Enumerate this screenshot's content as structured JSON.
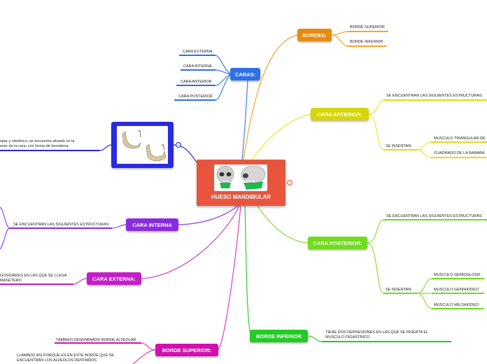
{
  "root": {
    "title": "HUESO MANDIBULAR"
  },
  "description": {
    "line1": "npar y simétrico, se encuentra situado en la",
    "line2": "erior de la cara, con forma de herradura."
  },
  "bordes": {
    "label": "BORDES:",
    "color": "#e88a10",
    "items": [
      "BORDE SUPERIOR",
      "BORDE INFERIOR"
    ]
  },
  "caras": {
    "label": "CARAS:",
    "color": "#2f6fe6",
    "items": [
      "CARA EXTERNA",
      "CARA INTERNA",
      "CARA ANTERIOR",
      "CARA POSTERIOR"
    ]
  },
  "cara_anterior": {
    "label": "CARA ANTERIOR:",
    "color": "#d6d60a",
    "estructuras": "SE ENCUENTRAN LAS SIGUIENTES ESTRUCTURAS:",
    "insertan": "SE INSERTAN:",
    "musculos": [
      "MUSCULO TRIANGULAR DE",
      "CUADRADO DE LA BARABA"
    ]
  },
  "cara_posterior": {
    "label": "CARA POSTERIOR:",
    "color": "#6fdc1c",
    "estructuras": "SE ENCUENTRAN LAS SIGUIENTES ESTRUCTURAS",
    "insertan": "SE INSERTAN:",
    "musculos": [
      "MUSCULO GENIOGLOSO",
      "MUSCULO GENIHIODEO",
      "MUSCULO MILOHIODEO"
    ]
  },
  "borde_inferior": {
    "label": "BORDE INFERIOR",
    "color": "#22cc22",
    "text1": "TIENE DOS DEPRESIONES EN LAS QUE SE INSERTA EL",
    "text2": "MUSCULO DIGASTRICO"
  },
  "cara_interna": {
    "label": "CARA INTERNA",
    "color": "#8a2be2",
    "text": "SE ENCUENTRAN LAS SIGUIENTES ESTRUCTURAS"
  },
  "cara_externa": {
    "label": "CARA EXTERNA:",
    "color": "#c21fc6",
    "text1": "GOSIDADES EN LAS QUE SE LLEGA",
    "text2": "MASETERO"
  },
  "borde_superior": {
    "label": "BORDE SUPERIOR:",
    "color": "#d40fb0",
    "text1": "TAMBIEN DENOMINADO BORDE ALVEOLAR",
    "text2": "LLAMADO ASI PORQUE ES EN ESTE BORDE QUE SE",
    "text3": "ENCUENTRAN LOS ALVEOLOS DENTARIOS"
  },
  "image_node": {
    "color": "#2a2adf"
  }
}
